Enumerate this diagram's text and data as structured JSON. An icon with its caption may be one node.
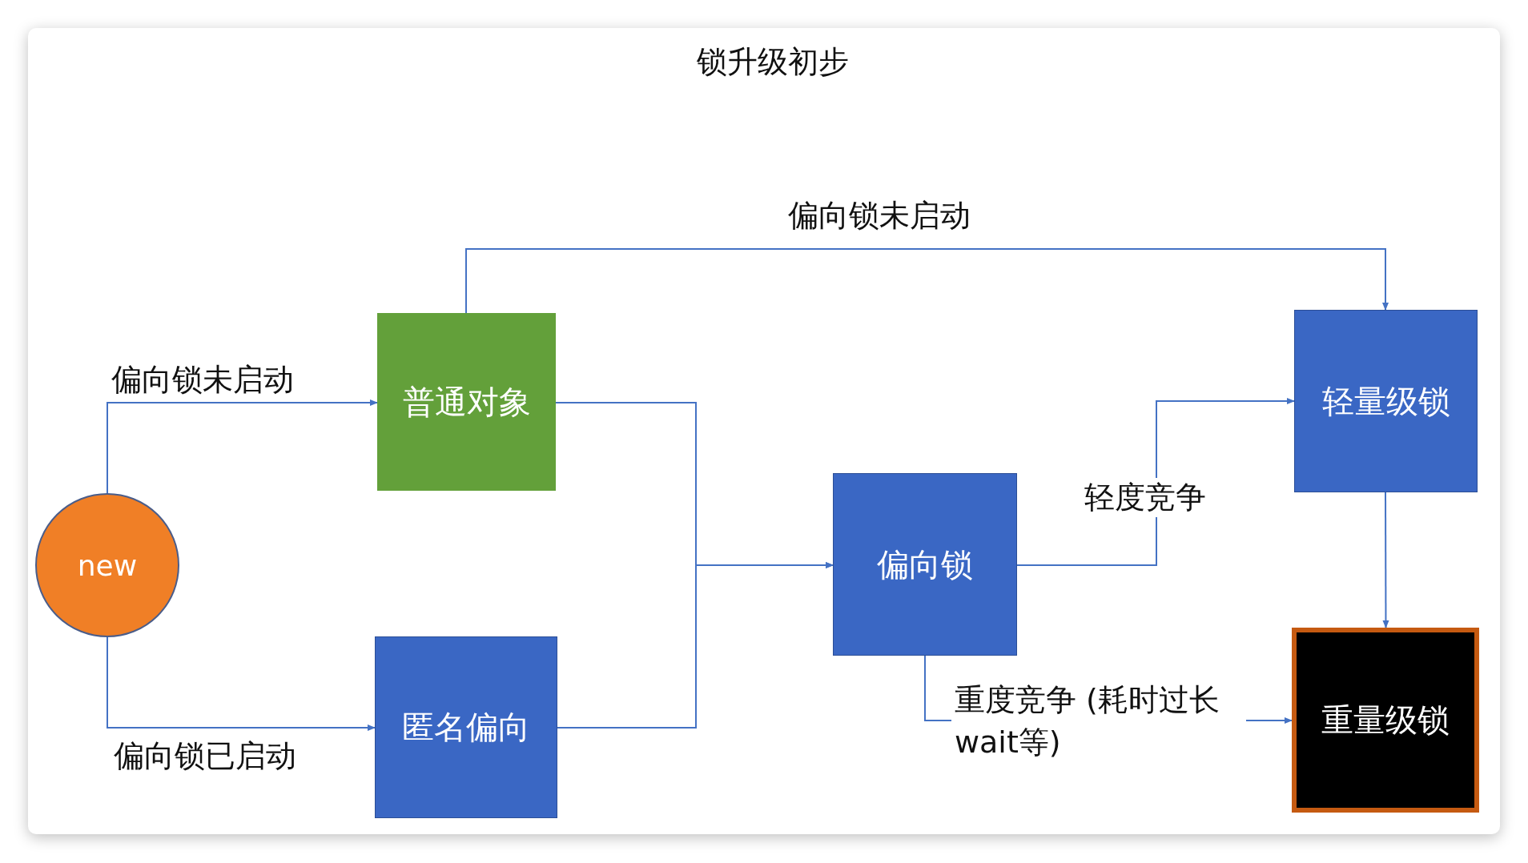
{
  "diagram": {
    "title": "锁升级初步",
    "nodes": [
      {
        "text": [
          "new"
        ]
      },
      {
        "text": [
          "普通对象"
        ]
      },
      {
        "text": [
          "匿名偏向"
        ]
      },
      {
        "text": [
          "偏向锁"
        ]
      },
      {
        "text": [
          "轻量级锁"
        ]
      },
      {
        "text": [
          "重量级锁"
        ]
      }
    ],
    "edges": [
      {
        "from": 0,
        "to": 1,
        "arrow": "to",
        "label": "偏向锁未启动"
      },
      {
        "from": 0,
        "to": 2,
        "arrow": "to",
        "label": "偏向锁已启动"
      },
      {
        "from": 1,
        "to": 3,
        "arrow": "to"
      },
      {
        "from": 2,
        "to": 3,
        "arrow": "to"
      },
      {
        "from": 1,
        "to": 4,
        "arrow": "to",
        "label": "偏向锁未启动"
      },
      {
        "from": 3,
        "to": 4,
        "arrow": "to",
        "label": "轻度竞争"
      },
      {
        "from": 3,
        "to": 5,
        "arrow": "to",
        "label": "重度竞争 (耗时过长 wait等)"
      },
      {
        "from": 4,
        "to": 5,
        "arrow": "to"
      }
    ]
  }
}
